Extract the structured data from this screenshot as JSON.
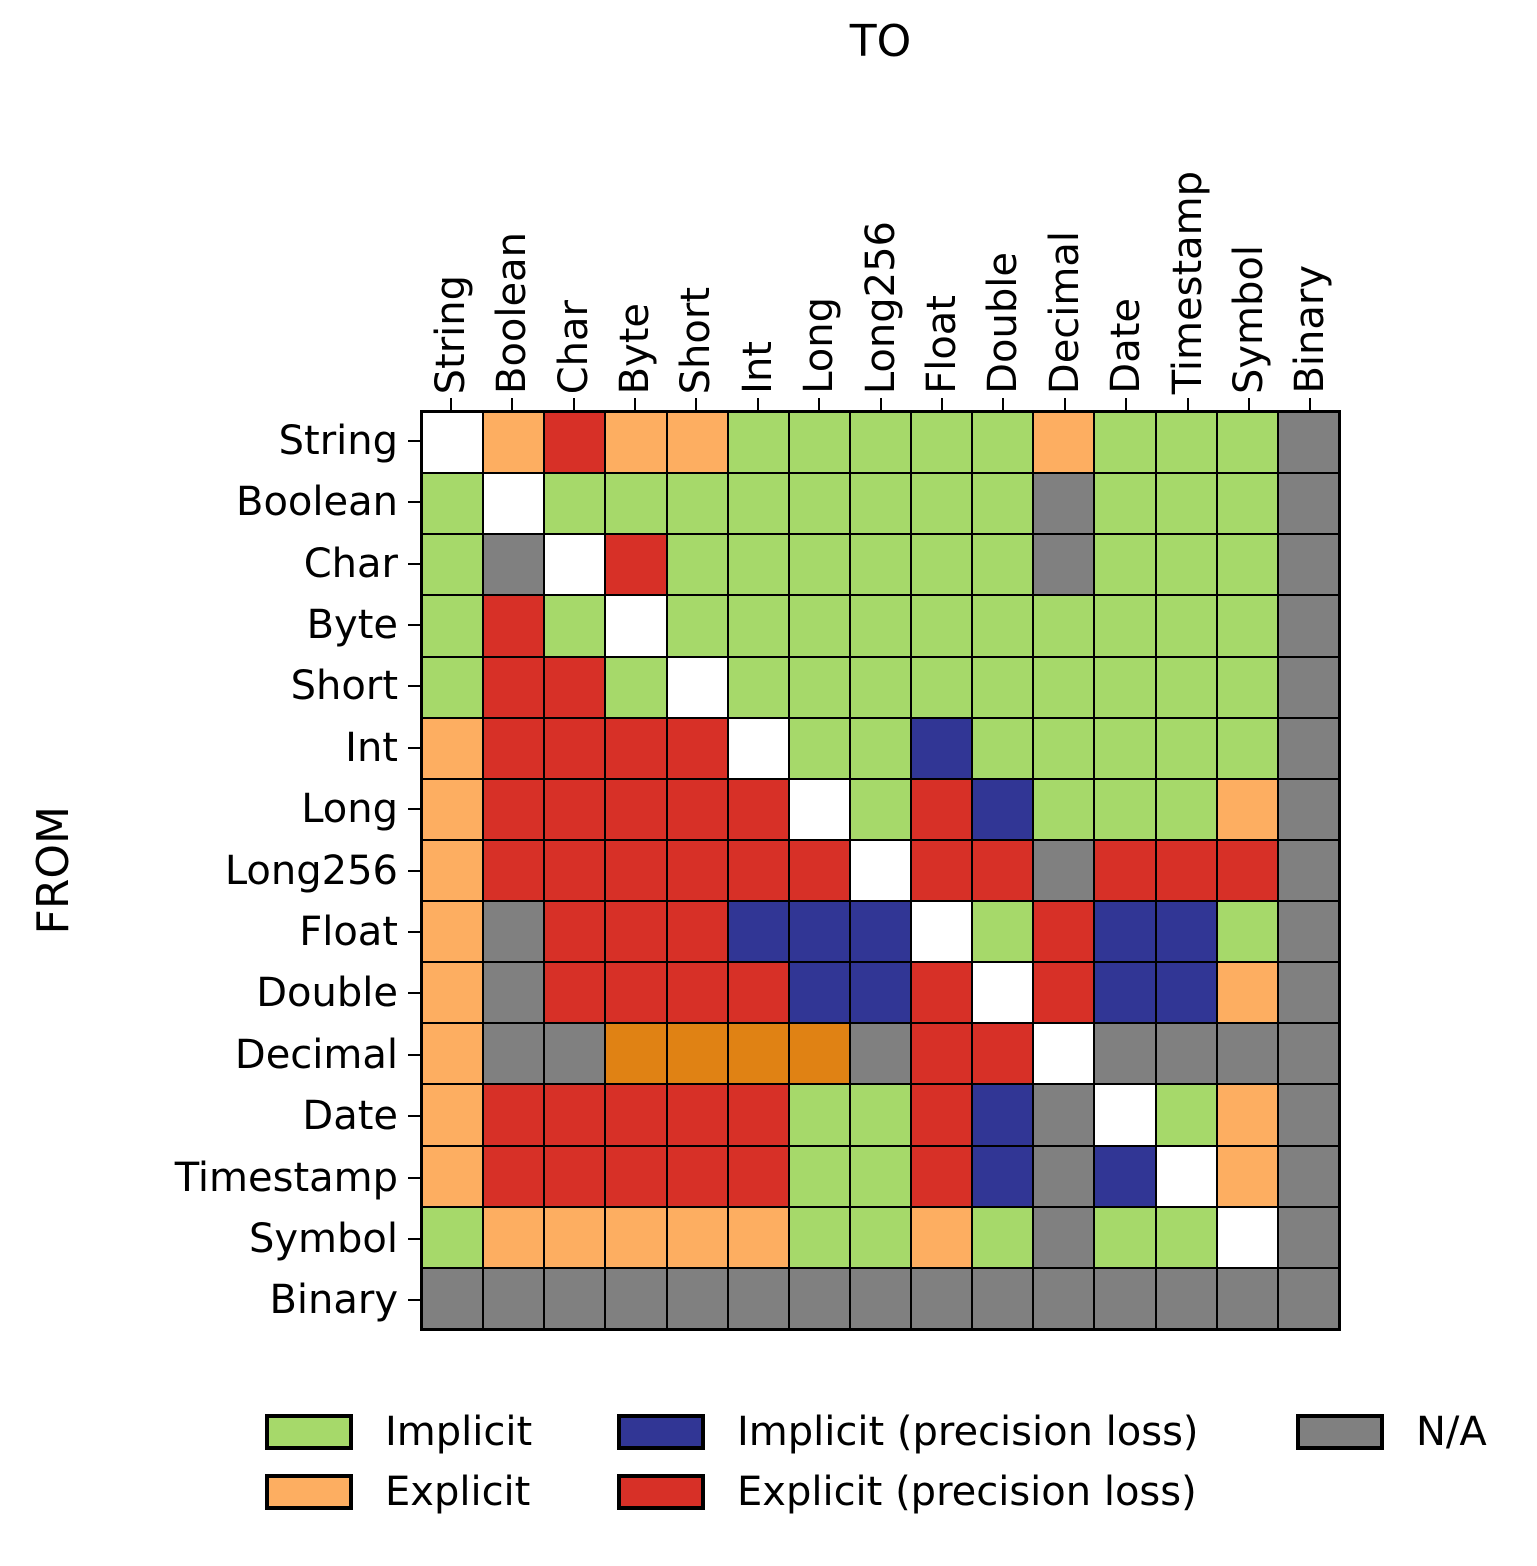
{
  "chart_data": {
    "type": "heatmap",
    "x_axis_title": "TO",
    "y_axis_title": "FROM",
    "columns": [
      "String",
      "Boolean",
      "Char",
      "Byte",
      "Short",
      "Int",
      "Long",
      "Long256",
      "Float",
      "Double",
      "Decimal",
      "Date",
      "Timestamp",
      "Symbol",
      "Binary"
    ],
    "rows": [
      "String",
      "Boolean",
      "Char",
      "Byte",
      "Short",
      "Int",
      "Long",
      "Long256",
      "Float",
      "Double",
      "Decimal",
      "Date",
      "Timestamp",
      "Symbol",
      "Binary"
    ],
    "colors": {
      "I": "#a6d96a",
      "E": "#fdae61",
      "IP": "#313695",
      "EP": "#d73027",
      "ED": "#e08214",
      "NA": "#808080",
      "S": "#ffffff"
    },
    "code_meanings": {
      "I": "Implicit",
      "E": "Explicit",
      "IP": "Implicit (precision loss)",
      "EP": "Explicit (precision loss)",
      "ED": "unlabeled dark-orange cell",
      "NA": "N/A",
      "S": "same type (blank diagonal)"
    },
    "matrix": [
      [
        "S",
        "E",
        "EP",
        "E",
        "E",
        "I",
        "I",
        "I",
        "I",
        "I",
        "E",
        "I",
        "I",
        "I",
        "NA"
      ],
      [
        "I",
        "S",
        "I",
        "I",
        "I",
        "I",
        "I",
        "I",
        "I",
        "I",
        "NA",
        "I",
        "I",
        "I",
        "NA"
      ],
      [
        "I",
        "NA",
        "S",
        "EP",
        "I",
        "I",
        "I",
        "I",
        "I",
        "I",
        "NA",
        "I",
        "I",
        "I",
        "NA"
      ],
      [
        "I",
        "EP",
        "I",
        "S",
        "I",
        "I",
        "I",
        "I",
        "I",
        "I",
        "I",
        "I",
        "I",
        "I",
        "NA"
      ],
      [
        "I",
        "EP",
        "EP",
        "I",
        "S",
        "I",
        "I",
        "I",
        "I",
        "I",
        "I",
        "I",
        "I",
        "I",
        "NA"
      ],
      [
        "E",
        "EP",
        "EP",
        "EP",
        "EP",
        "S",
        "I",
        "I",
        "IP",
        "I",
        "I",
        "I",
        "I",
        "I",
        "NA"
      ],
      [
        "E",
        "EP",
        "EP",
        "EP",
        "EP",
        "EP",
        "S",
        "I",
        "EP",
        "IP",
        "I",
        "I",
        "I",
        "E",
        "NA"
      ],
      [
        "E",
        "EP",
        "EP",
        "EP",
        "EP",
        "EP",
        "EP",
        "S",
        "EP",
        "EP",
        "NA",
        "EP",
        "EP",
        "EP",
        "NA"
      ],
      [
        "E",
        "NA",
        "EP",
        "EP",
        "EP",
        "IP",
        "IP",
        "IP",
        "S",
        "I",
        "EP",
        "IP",
        "IP",
        "I",
        "NA"
      ],
      [
        "E",
        "NA",
        "EP",
        "EP",
        "EP",
        "EP",
        "IP",
        "IP",
        "EP",
        "S",
        "EP",
        "IP",
        "IP",
        "E",
        "NA"
      ],
      [
        "E",
        "NA",
        "NA",
        "ED",
        "ED",
        "ED",
        "ED",
        "NA",
        "EP",
        "EP",
        "S",
        "NA",
        "NA",
        "NA",
        "NA"
      ],
      [
        "E",
        "EP",
        "EP",
        "EP",
        "EP",
        "EP",
        "I",
        "I",
        "EP",
        "IP",
        "NA",
        "S",
        "I",
        "E",
        "NA"
      ],
      [
        "E",
        "EP",
        "EP",
        "EP",
        "EP",
        "EP",
        "I",
        "I",
        "EP",
        "IP",
        "NA",
        "IP",
        "S",
        "E",
        "NA"
      ],
      [
        "I",
        "E",
        "E",
        "E",
        "E",
        "E",
        "I",
        "I",
        "E",
        "I",
        "NA",
        "I",
        "I",
        "S",
        "NA"
      ],
      [
        "NA",
        "NA",
        "NA",
        "NA",
        "NA",
        "NA",
        "NA",
        "NA",
        "NA",
        "NA",
        "NA",
        "NA",
        "NA",
        "NA",
        "NA"
      ]
    ],
    "legend": [
      {
        "label": "Implicit",
        "code": "I"
      },
      {
        "label": "Explicit",
        "code": "E"
      },
      {
        "label": "Implicit (precision loss)",
        "code": "IP"
      },
      {
        "label": "Explicit (precision loss)",
        "code": "EP"
      },
      {
        "label": "N/A",
        "code": "NA"
      }
    ],
    "legend_position": "bottom",
    "grid_lines": "black 2px between cells"
  }
}
